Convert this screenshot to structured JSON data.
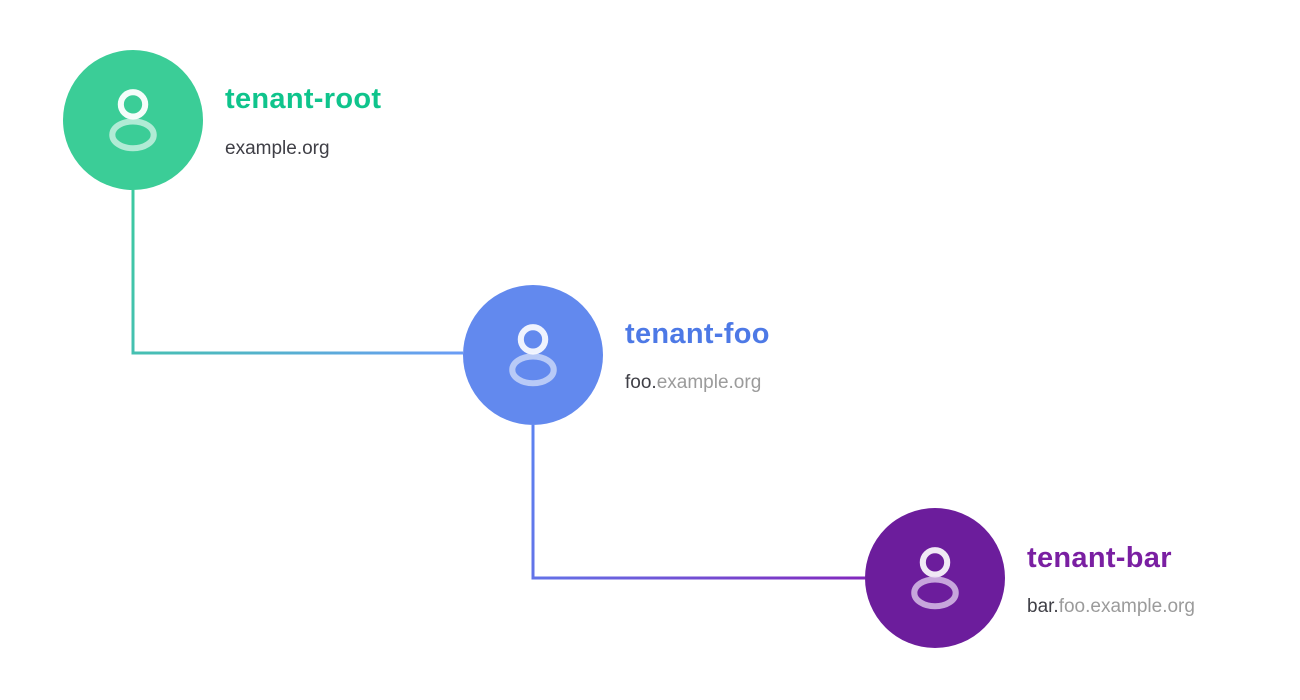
{
  "diagram": {
    "type": "tenant-hierarchy-tree",
    "nodes": [
      {
        "id": "tenant-root",
        "label": "tenant-root",
        "domain_primary": "example.org",
        "domain_secondary": "",
        "circle_color": "#3bcd97",
        "label_color": "#0fc48c",
        "icon": "user-icon"
      },
      {
        "id": "tenant-foo",
        "label": "tenant-foo",
        "domain_primary": "foo.",
        "domain_secondary": "example.org",
        "circle_color": "#6289ee",
        "label_color": "#4d79e6",
        "icon": "user-icon"
      },
      {
        "id": "tenant-bar",
        "label": "tenant-bar",
        "domain_primary": "bar.",
        "domain_secondary": "foo.example.org",
        "circle_color": "#6c1d9c",
        "label_color": "#7a1fa2",
        "icon": "user-icon"
      }
    ],
    "connections": [
      {
        "from": "tenant-root",
        "to": "tenant-foo",
        "gradient": [
          "#3cc9a0",
          "#6b9cf6"
        ]
      },
      {
        "from": "tenant-foo",
        "to": "tenant-bar",
        "gradient": [
          "#5c83f1",
          "#8227bd"
        ]
      }
    ],
    "colors": {
      "background": "#ffffff",
      "domain_text": "#3f3f46",
      "domain_secondary_text": "#9b9b9b"
    }
  }
}
